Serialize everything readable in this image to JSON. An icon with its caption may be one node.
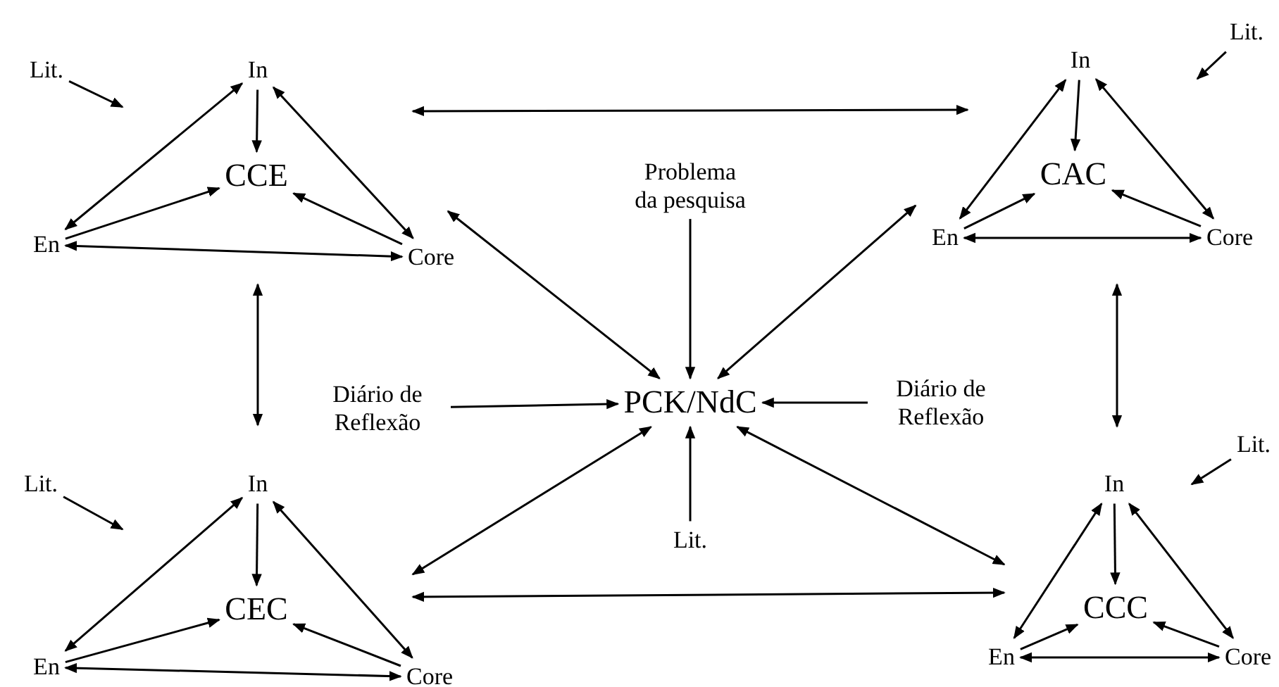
{
  "diagram": {
    "nodes": [
      {
        "text": [
          "Lit."
        ]
      },
      {
        "text": [
          "In"
        ]
      },
      {
        "text": [
          "CCE"
        ]
      },
      {
        "text": [
          "En"
        ]
      },
      {
        "text": [
          "Core"
        ]
      },
      {
        "text": [
          "Lit."
        ]
      },
      {
        "text": [
          "In"
        ]
      },
      {
        "text": [
          "CAC"
        ]
      },
      {
        "text": [
          "En"
        ]
      },
      {
        "text": [
          "Core"
        ]
      },
      {
        "text": [
          "Problema da pesquisa"
        ]
      },
      {
        "text": [
          "Diário de Reflexão"
        ]
      },
      {
        "text": [
          "PCK/NdC"
        ]
      },
      {
        "text": [
          "Diário de Reflexão"
        ]
      },
      {
        "text": [
          "Lit."
        ]
      },
      {
        "text": [
          "In"
        ]
      },
      {
        "text": [
          "In"
        ]
      },
      {
        "text": [
          "Lit."
        ]
      },
      {
        "text": [
          "Lit."
        ]
      },
      {
        "text": [
          "CEC"
        ]
      },
      {
        "text": [
          "CCC"
        ]
      },
      {
        "text": [
          "En"
        ]
      },
      {
        "text": [
          "Core"
        ]
      },
      {
        "text": [
          "En"
        ]
      },
      {
        "text": [
          "Core"
        ]
      }
    ],
    "edges": [
      {
        "from": 0,
        "to": null,
        "arrow": "to"
      },
      {
        "from": 1,
        "to": 2,
        "arrow": "to"
      },
      {
        "from": 3,
        "to": 1,
        "arrow": "both"
      },
      {
        "from": 1,
        "to": 4,
        "arrow": "both"
      },
      {
        "from": 3,
        "to": 2,
        "arrow": "to"
      },
      {
        "from": 4,
        "to": 2,
        "arrow": "to"
      },
      {
        "from": 3,
        "to": 4,
        "arrow": "both"
      },
      {
        "from": 5,
        "to": null,
        "arrow": "to"
      },
      {
        "from": 6,
        "to": 7,
        "arrow": "to"
      },
      {
        "from": 8,
        "to": 6,
        "arrow": "both"
      },
      {
        "from": 6,
        "to": 9,
        "arrow": "both"
      },
      {
        "from": 8,
        "to": 7,
        "arrow": "to"
      },
      {
        "from": 9,
        "to": 7,
        "arrow": "to"
      },
      {
        "from": 8,
        "to": 9,
        "arrow": "both"
      },
      {
        "from": null,
        "to": 7,
        "arrow": "both"
      },
      {
        "from": 2,
        "to": 15,
        "arrow": "both"
      },
      {
        "from": 7,
        "to": 16,
        "arrow": "both"
      },
      {
        "from": 22,
        "to": null,
        "arrow": "both"
      },
      {
        "from": 10,
        "to": 12,
        "arrow": "to"
      },
      {
        "from": 11,
        "to": 12,
        "arrow": "to"
      },
      {
        "from": 13,
        "to": 12,
        "arrow": "to"
      },
      {
        "from": 18,
        "to": 12,
        "arrow": "to"
      },
      {
        "from": 12,
        "to": 4,
        "arrow": "both"
      },
      {
        "from": 12,
        "to": 8,
        "arrow": "both"
      },
      {
        "from": 12,
        "to": null,
        "arrow": "both"
      },
      {
        "from": 12,
        "to": null,
        "arrow": "both"
      },
      {
        "from": 14,
        "to": null,
        "arrow": "to"
      },
      {
        "from": 15,
        "to": 19,
        "arrow": "to"
      },
      {
        "from": 21,
        "to": 15,
        "arrow": "both"
      },
      {
        "from": 15,
        "to": 22,
        "arrow": "both"
      },
      {
        "from": 21,
        "to": 19,
        "arrow": "to"
      },
      {
        "from": 22,
        "to": 19,
        "arrow": "to"
      },
      {
        "from": 21,
        "to": 22,
        "arrow": "both"
      },
      {
        "from": 17,
        "to": null,
        "arrow": "to"
      },
      {
        "from": 16,
        "to": 20,
        "arrow": "to"
      },
      {
        "from": 23,
        "to": 16,
        "arrow": "both"
      },
      {
        "from": 16,
        "to": 24,
        "arrow": "both"
      },
      {
        "from": 23,
        "to": 20,
        "arrow": "to"
      },
      {
        "from": 24,
        "to": 20,
        "arrow": "to"
      },
      {
        "from": 23,
        "to": 24,
        "arrow": "both"
      }
    ]
  }
}
